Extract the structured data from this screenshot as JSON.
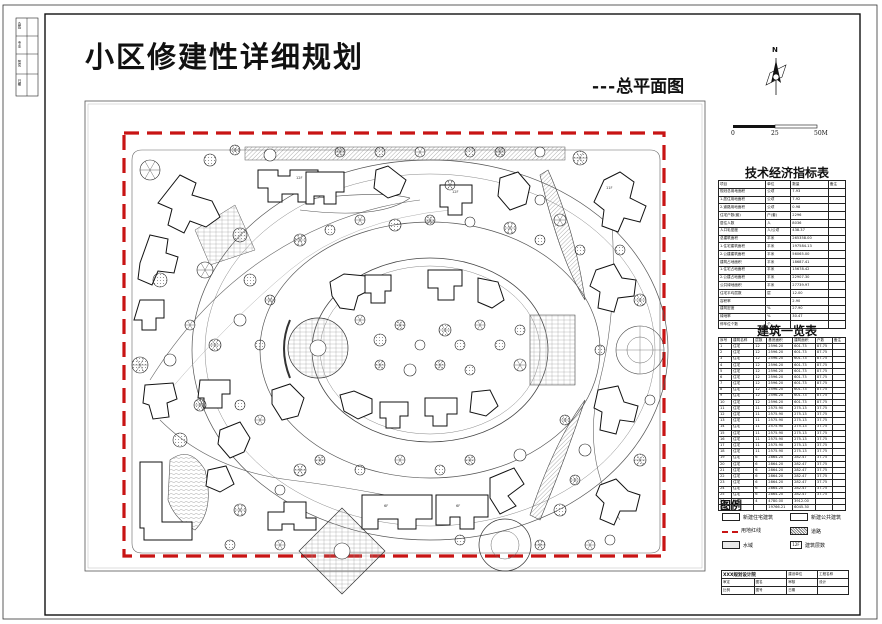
{
  "drawing": {
    "title": "小区修建性详细规划",
    "subtitle_dashes": "---",
    "subtitle": "总平面图"
  },
  "compass": {
    "north_label": "N"
  },
  "scale_bar": {
    "labels": [
      "0",
      "25",
      "50M"
    ]
  },
  "economic_table": {
    "title": "技术经济指标表",
    "headers": [
      "项目",
      "单位",
      "数量",
      "备注"
    ],
    "rows": [
      [
        "规划总用地面积",
        "公顷",
        "7.93",
        ""
      ],
      [
        "1.居住用地面积",
        "公顷",
        "7.92",
        ""
      ],
      [
        "2.道路用地面积",
        "公顷",
        "0.98",
        ""
      ],
      [
        "住宅户数(套)",
        "户(套)",
        "2296",
        ""
      ],
      [
        "居住人数",
        "人",
        "8036",
        ""
      ],
      [
        "人口毛密度",
        "人/公顷",
        "438.37",
        ""
      ],
      [
        "总建筑面积",
        "平米",
        "265358.00",
        ""
      ],
      [
        "1.住宅建筑面积",
        "平米",
        "197584.13",
        ""
      ],
      [
        "2.公建建筑面积",
        "平米",
        "56065.00",
        ""
      ],
      [
        "建筑占地面积",
        "平米",
        "18687.41",
        ""
      ],
      [
        "1.住宅占地面积",
        "平米",
        "15678.42",
        ""
      ],
      [
        "2.公建占地面积",
        "平米",
        "22907.30",
        ""
      ],
      [
        "公共绿地面积",
        "平米",
        "27739.97",
        ""
      ],
      [
        "住宅平均层数",
        "层",
        "12.00",
        ""
      ],
      [
        "容积率",
        "",
        "2.90",
        ""
      ],
      [
        "建筑密度",
        "%",
        "27.90",
        ""
      ],
      [
        "绿地率",
        "%",
        "30.47",
        ""
      ],
      [
        "停车位个数",
        "个",
        "",
        ""
      ]
    ]
  },
  "building_table": {
    "title": "建筑一览表",
    "headers": [
      "序号",
      "建筑名称",
      "层数",
      "基底面积",
      "建筑面积",
      "户数",
      "备注"
    ],
    "rows": [
      [
        "1",
        "住宅",
        "12",
        "2596.20",
        "601.73",
        "87.75",
        ""
      ],
      [
        "2",
        "住宅",
        "12",
        "2596.20",
        "601.73",
        "87.75",
        ""
      ],
      [
        "3",
        "住宅",
        "12",
        "2596.20",
        "601.73",
        "87.75",
        ""
      ],
      [
        "4",
        "住宅",
        "12",
        "2596.20",
        "601.73",
        "87.75",
        ""
      ],
      [
        "5",
        "住宅",
        "12",
        "2596.20",
        "601.73",
        "87.75",
        ""
      ],
      [
        "6",
        "住宅",
        "12",
        "2596.20",
        "601.73",
        "87.75",
        ""
      ],
      [
        "7",
        "住宅",
        "12",
        "2596.20",
        "601.73",
        "87.75",
        ""
      ],
      [
        "8",
        "住宅",
        "12",
        "2596.20",
        "601.73",
        "87.75",
        ""
      ],
      [
        "9",
        "住宅",
        "12",
        "2596.20",
        "601.73",
        "87.75",
        ""
      ],
      [
        "10",
        "住宅",
        "12",
        "2596.20",
        "601.73",
        "87.75",
        ""
      ],
      [
        "11",
        "住宅",
        "11",
        "2575.90",
        "275.13",
        "37.75",
        ""
      ],
      [
        "12",
        "住宅",
        "11",
        "2575.90",
        "275.13",
        "37.75",
        ""
      ],
      [
        "13",
        "住宅",
        "11",
        "2575.90",
        "275.13",
        "37.75",
        ""
      ],
      [
        "14",
        "住宅",
        "11",
        "2575.90",
        "275.13",
        "37.75",
        ""
      ],
      [
        "15",
        "住宅",
        "11",
        "2575.90",
        "275.13",
        "37.75",
        ""
      ],
      [
        "16",
        "住宅",
        "11",
        "2575.90",
        "275.13",
        "37.75",
        ""
      ],
      [
        "17",
        "住宅",
        "11",
        "2575.90",
        "275.13",
        "37.75",
        ""
      ],
      [
        "18",
        "住宅",
        "11",
        "2575.90",
        "275.13",
        "37.75",
        ""
      ],
      [
        "19",
        "住宅",
        "6",
        "2864.20",
        "282.47",
        "37.75",
        ""
      ],
      [
        "20",
        "住宅",
        "6",
        "2864.20",
        "282.47",
        "37.75",
        ""
      ],
      [
        "21",
        "住宅",
        "6",
        "2864.20",
        "282.47",
        "37.75",
        ""
      ],
      [
        "22",
        "住宅",
        "6",
        "2864.20",
        "282.47",
        "37.75",
        ""
      ],
      [
        "23",
        "住宅",
        "6",
        "2864.20",
        "282.47",
        "37.75",
        ""
      ],
      [
        "24",
        "住宅",
        "6",
        "2864.20",
        "282.47",
        "37.75",
        ""
      ],
      [
        "25",
        "住宅",
        "6",
        "2864.20",
        "282.47",
        "37.75",
        ""
      ],
      [
        "26",
        "公建",
        "4",
        "4780.00",
        "3912.00",
        "",
        ""
      ],
      [
        "合计",
        "",
        "",
        "19766.21",
        "6045.30",
        "",
        ""
      ]
    ]
  },
  "legend": {
    "title": "图例",
    "items": [
      {
        "label": "新建住宅建筑",
        "kind": "box"
      },
      {
        "label": "新建公共建筑",
        "kind": "box"
      },
      {
        "label": "用地红线",
        "kind": "redline"
      },
      {
        "label": "道路",
        "kind": "hatch"
      },
      {
        "label": "水域",
        "kind": "water"
      },
      {
        "label": "建筑层数",
        "kind": "tag",
        "tag": "12F"
      }
    ]
  },
  "title_block": {
    "institute": "XXX规划设计院",
    "cells": [
      "建设单位",
      "工程名称",
      "审定",
      "图名",
      "审核",
      "设计",
      "比例",
      "图号",
      "日期"
    ]
  },
  "margin_labels": [
    "会签",
    "专业",
    "签名",
    "日期"
  ],
  "building_tags": [
    "12F",
    "11F",
    "6F"
  ]
}
